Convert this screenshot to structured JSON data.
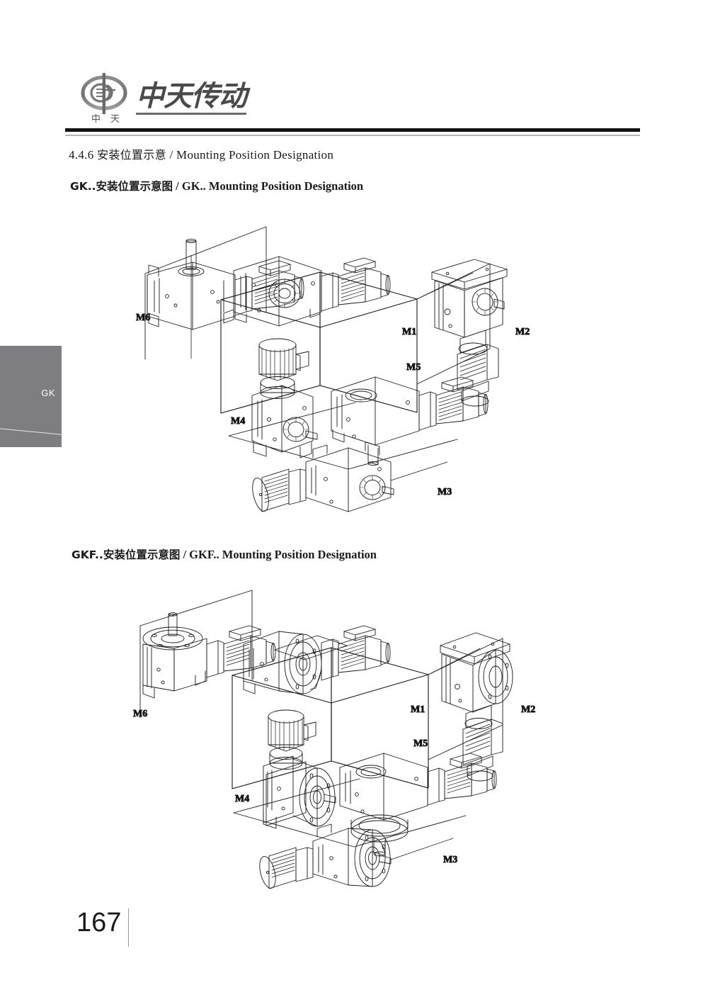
{
  "page": {
    "number": "167",
    "background_color": "#ffffff"
  },
  "header": {
    "logo": {
      "emblem_name": "zhongtian-oval-emblem",
      "emblem_sub_left": "中",
      "emblem_sub_right": "天",
      "wordmark": "中天传动",
      "color": "#4a4a4a"
    },
    "rule_color": "#111111",
    "rule_secondary_color": "#b4b4b4"
  },
  "section": {
    "number": "4.4.6",
    "title_cn": "安装位置示意",
    "separator": "/",
    "title_en": "Mounting Position Designation"
  },
  "side_tab": {
    "label": "GK",
    "background_color": "#7e7e82",
    "text_color": "#ffffff"
  },
  "blocks": [
    {
      "id": "gk",
      "heading_cn": "GK..安装位置示意图",
      "separator": "/",
      "heading_en": "GK.. Mounting Position Designation",
      "diagram": {
        "type": "mounting-position-isometric",
        "product_series": "GK",
        "output_type": "solid-shaft / foot mounted",
        "positions": [
          "M1",
          "M2",
          "M3",
          "M4",
          "M5",
          "M6"
        ]
      }
    },
    {
      "id": "gkf",
      "heading_cn": "GKF..安装位置示意图",
      "separator": "/",
      "heading_en": "GKF.. Mounting Position Designation",
      "diagram": {
        "type": "mounting-position-isometric",
        "product_series": "GKF",
        "output_type": "flange mounted",
        "positions": [
          "M1",
          "M2",
          "M3",
          "M4",
          "M5",
          "M6"
        ]
      }
    }
  ],
  "labels": {
    "m1": "M1",
    "m2": "M2",
    "m3": "M3",
    "m4": "M4",
    "m5": "M5",
    "m6": "M6"
  }
}
